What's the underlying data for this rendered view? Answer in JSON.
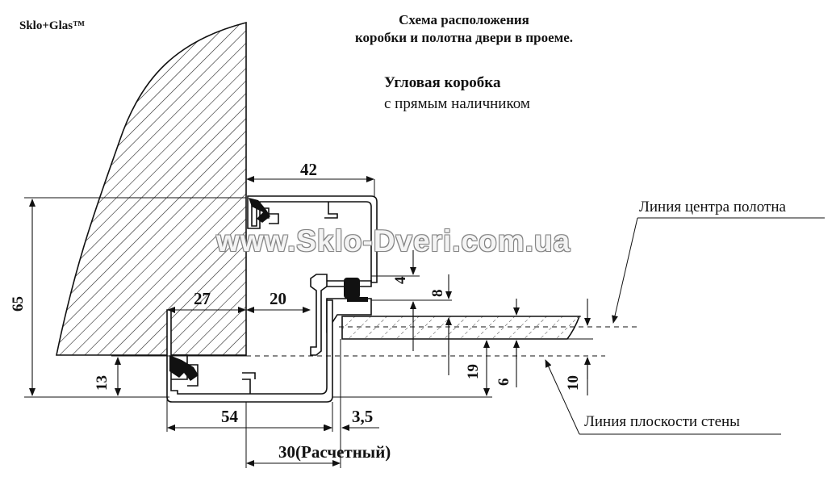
{
  "brand": "Sklo+Glas™",
  "title": {
    "line1": "Схема расположения",
    "line2": "коробки и полотна двери в проеме."
  },
  "subtitle": {
    "line1": "Угловая коробка",
    "line2": "с прямым наличником"
  },
  "watermark": "www.Sklo-Dveri.com.ua",
  "callouts": {
    "door_center_line": "Линия центра полотна",
    "wall_plane_line": "Линия плоскости стены"
  },
  "dimensions": {
    "d42": "42",
    "d65": "65",
    "d27": "27",
    "d20": "20",
    "d4": "4",
    "d8": "8",
    "d13": "13",
    "d19": "19",
    "d6": "6",
    "d10": "10",
    "d54": "54",
    "d3_5": "3,5",
    "d30": "30(Расчетный)"
  }
}
